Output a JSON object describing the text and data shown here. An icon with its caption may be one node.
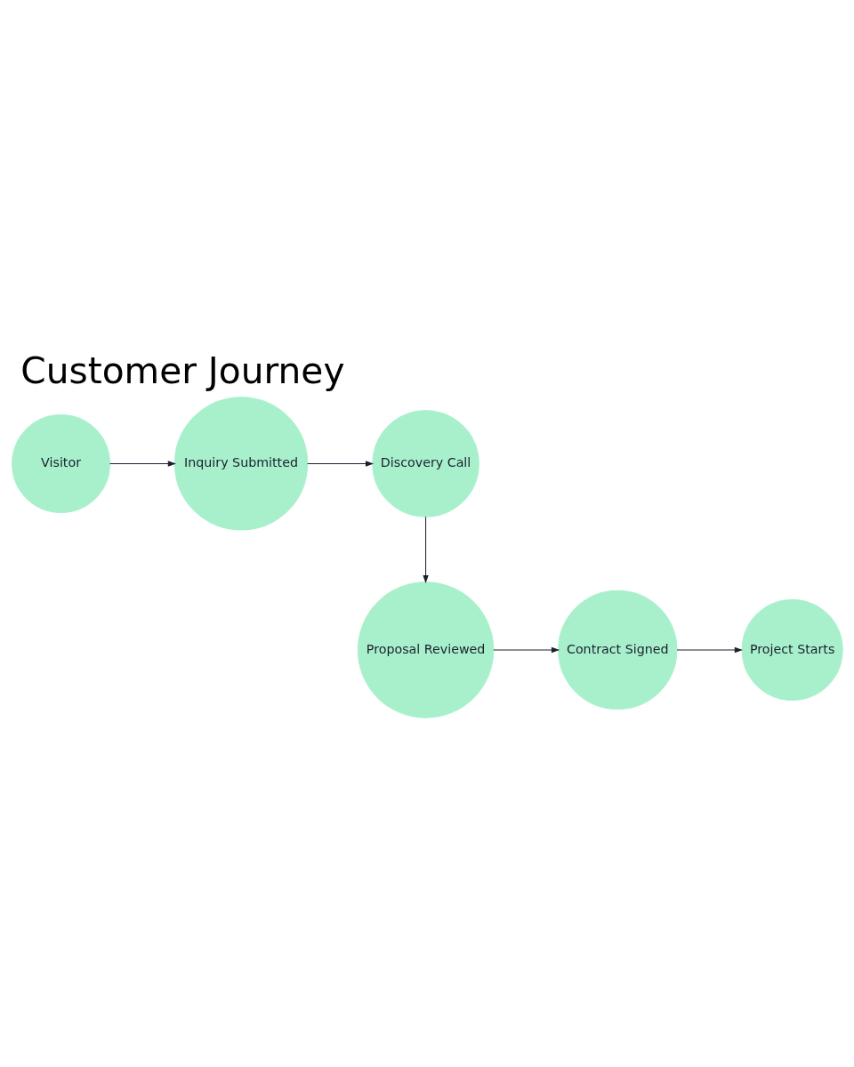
{
  "diagram": {
    "title": "Customer Journey",
    "nodes": [
      {
        "text": [
          "Visitor"
        ]
      },
      {
        "text": [
          "Inquiry Submitted"
        ]
      },
      {
        "text": [
          "Discovery Call"
        ]
      },
      {
        "text": [
          "Proposal Reviewed"
        ]
      },
      {
        "text": [
          "Contract Signed"
        ]
      },
      {
        "text": [
          "Project Starts"
        ]
      }
    ],
    "edges": [
      {
        "from": 0,
        "to": 1,
        "arrow": "to"
      },
      {
        "from": 1,
        "to": 2,
        "arrow": "to"
      },
      {
        "from": 2,
        "to": 3,
        "arrow": "to"
      },
      {
        "from": 3,
        "to": 4,
        "arrow": "to"
      },
      {
        "from": 4,
        "to": 5,
        "arrow": "to"
      }
    ]
  }
}
